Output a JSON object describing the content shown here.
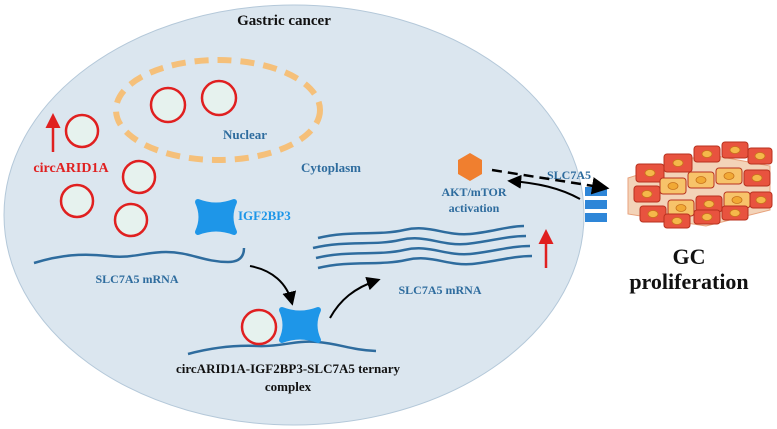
{
  "diagram": {
    "title": "Gastric cancer",
    "compartments": {
      "nucleus": "Nuclear",
      "cytoplasm": "Cytoplasm"
    },
    "molecules": {
      "circrna": "circARID1A",
      "rbp": "IGF2BP3",
      "mrna_left": "SLC7A5 mRNA",
      "mrna_right": "SLC7A5 mRNA",
      "transporter": "SLC7A5",
      "pathway_line1": "AKT/mTOR",
      "pathway_line2": "activation"
    },
    "complex": {
      "line1": "circARID1A-IGF2BP3-SLC7A5 ternary",
      "line2": "complex"
    },
    "outcome": {
      "line1": "GC",
      "line2": "proliferation"
    },
    "colors": {
      "cell_fill": "#dbe6ef",
      "nucleus_border": "#f5c07a",
      "circ_red": "#e02020",
      "circ_fill": "#e6f2ee",
      "rbp_blue": "#1e96e8",
      "mrna_blue": "#2e6c9e",
      "text_blue": "#2e6c9e",
      "label_red": "#e02020",
      "hexagon": "#f07f2f",
      "tissue_red": "#e8533f",
      "tissue_yellow": "#f7c36a"
    }
  }
}
